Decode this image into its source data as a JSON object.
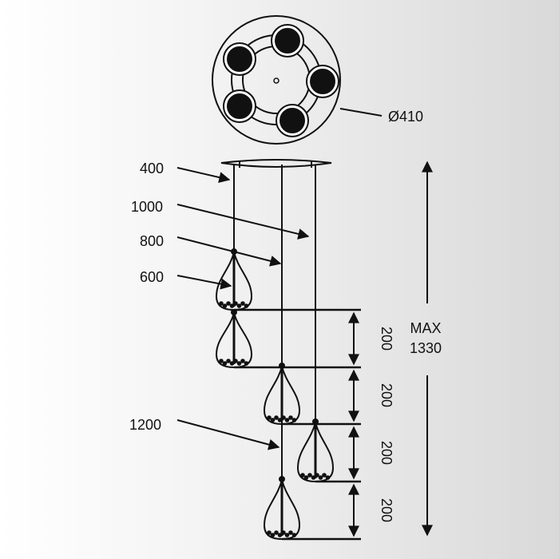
{
  "diameter_label": "Ø410",
  "drop_labels": [
    {
      "text": "400"
    },
    {
      "text": "1000"
    },
    {
      "text": "800"
    },
    {
      "text": "600"
    },
    {
      "text": "1200"
    }
  ],
  "spacing_labels": [
    "200",
    "200",
    "200",
    "200"
  ],
  "max_height": {
    "line1": "MAX",
    "line2": "1330"
  }
}
